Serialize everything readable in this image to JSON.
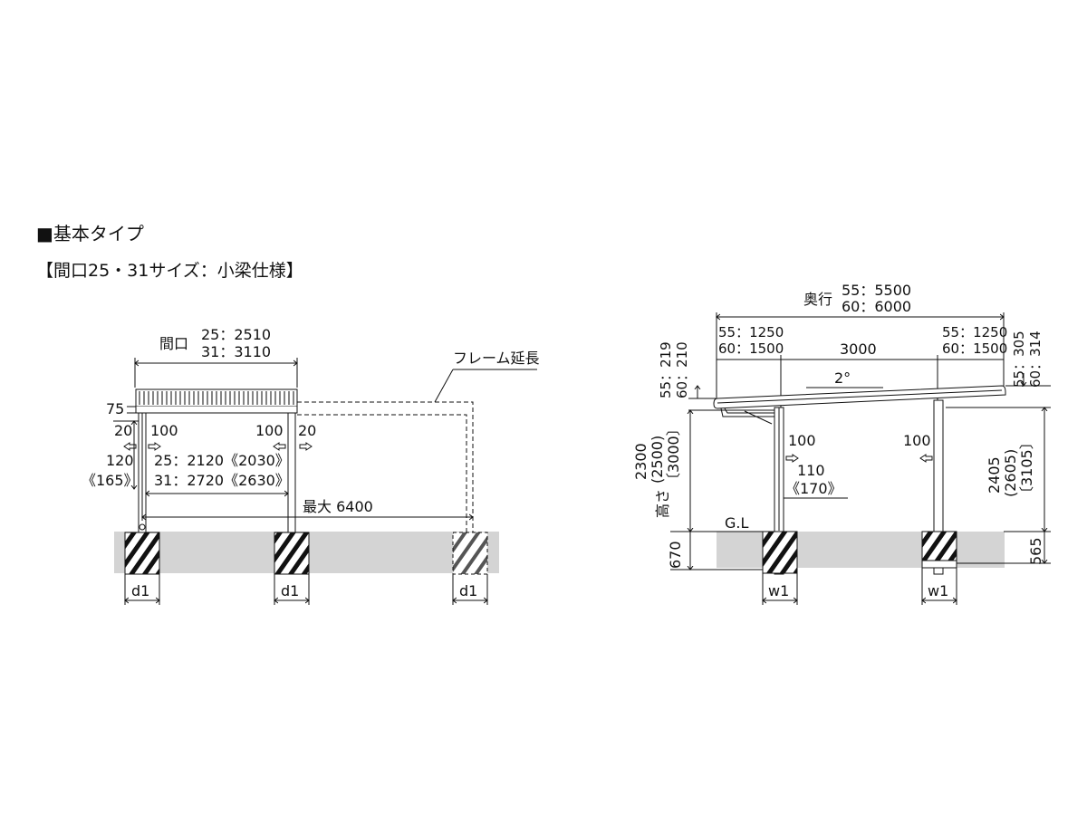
{
  "heading": "■基本タイプ",
  "subheading": "【間口25・31サイズ：小梁仕様】",
  "front_view": {
    "frontage_label": "間口",
    "frontage_25": "25：2510",
    "frontage_31": "31：3110",
    "frame_ext": "フレーム延長",
    "dim_75": "75",
    "dim_20_left": "20",
    "dim_100_left": "100",
    "dim_100_right": "100",
    "dim_20_right": "20",
    "dim_120": "120",
    "dim_165": "《165》",
    "span_25": "25：2120《2030》",
    "span_31": "31：2720《2630》",
    "max_label": "最大 6400",
    "d1_a": "d1",
    "d1_b": "d1",
    "d1_c": "d1"
  },
  "side_view": {
    "depth_label": "奥行",
    "depth_55": "55：5500",
    "depth_60": "60：6000",
    "left_55": "55：1250",
    "left_60": "60：1500",
    "mid_3000": "3000",
    "right_55": "55：1250",
    "right_60": "60：1500",
    "slope": "2°",
    "v_left_55": "55：219",
    "v_left_60": "60：210",
    "v_right_55": "55：305",
    "v_right_60": "60：314",
    "height_label": "高さ",
    "h_2300": "2300",
    "h_2500": "(2500)",
    "h_3000": "〔3000〕",
    "h_2405": "2405",
    "h_2605": "(2605)",
    "h_3105": "〔3105〕",
    "dim_100_a": "100",
    "dim_110": "110",
    "dim_170": "《170》",
    "dim_100_b": "100",
    "gl": "G.L",
    "dim_670": "670",
    "dim_565": "565",
    "w1_a": "w1",
    "w1_b": "w1"
  }
}
